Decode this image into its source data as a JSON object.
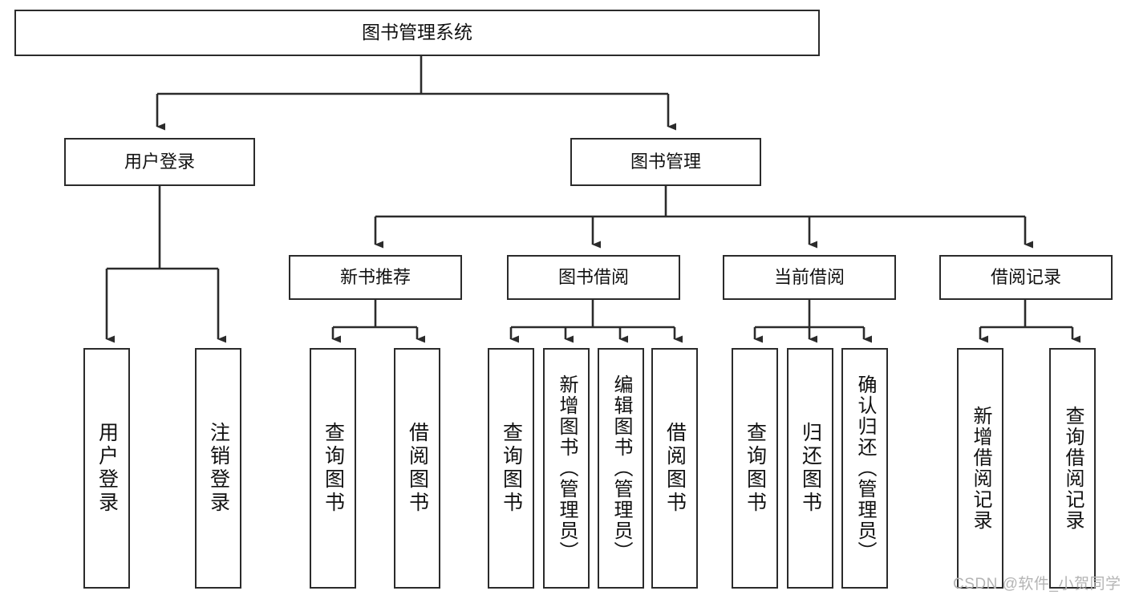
{
  "diagram": {
    "title": "图书管理系统",
    "type": "hierarchy-tree",
    "root": {
      "label": "图书管理系统"
    },
    "level2": [
      {
        "label": "用户登录"
      },
      {
        "label": "图书管理"
      }
    ],
    "level3": [
      {
        "label": "新书推荐"
      },
      {
        "label": "图书借阅"
      },
      {
        "label": "当前借阅"
      },
      {
        "label": "借阅记录"
      }
    ],
    "leaves": {
      "user_login": [
        {
          "label": "用户登录"
        },
        {
          "label": "注销登录"
        }
      ],
      "new_book_recommend": [
        {
          "label": "查询图书"
        },
        {
          "label": "借阅图书"
        }
      ],
      "book_borrow": [
        {
          "label": "查询图书"
        },
        {
          "label": "新增图书（管理员）"
        },
        {
          "label": "编辑图书（管理员）"
        },
        {
          "label": "借阅图书"
        }
      ],
      "current_borrow": [
        {
          "label": "查询图书"
        },
        {
          "label": "归还图书"
        },
        {
          "label": "确认归还（管理员）"
        }
      ],
      "borrow_record": [
        {
          "label": "新增借阅记录"
        },
        {
          "label": "查询借阅记录"
        }
      ]
    }
  },
  "watermark": {
    "text": "CSDN @软件_小贺同学"
  },
  "colors": {
    "stroke": "#2b2b2b",
    "background": "#ffffff",
    "text": "#111111",
    "watermark": "#b4b4b4"
  }
}
